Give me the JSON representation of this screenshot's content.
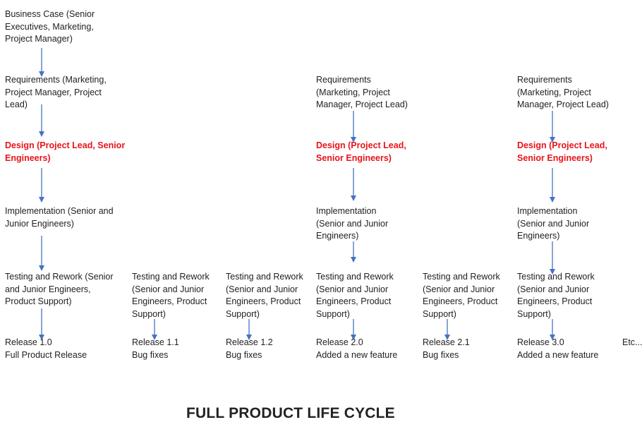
{
  "diagram": {
    "title": "FULL PRODUCT LIFE CYCLE",
    "arrow_color": "#4472c4",
    "design_color": "#e8141a",
    "nodes": {
      "business_case": "Business Case (Senior\nExecutives, Marketing,\nProject Manager)",
      "req_1": "Requirements (Marketing,\nProject Manager, Project\nLead)",
      "req_2": "Requirements\n(Marketing, Project\nManager, Project Lead)",
      "req_3": "Requirements\n(Marketing, Project\nManager, Project Lead)",
      "design_1": "Design (Project Lead, Senior\nEngineers)",
      "design_2": "Design (Project Lead,\nSenior Engineers)",
      "design_3": "Design (Project Lead,\nSenior Engineers)",
      "impl_1": "Implementation (Senior and\nJunior Engineers)",
      "impl_2": "Implementation\n(Senior and Junior\nEngineers)",
      "impl_3": "Implementation\n(Senior and Junior\nEngineers)",
      "test_1": "Testing and Rework (Senior\nand Junior Engineers,\nProduct Support)",
      "test_1_1": "Testing and Rework\n(Senior and Junior\nEngineers, Product\nSupport)",
      "test_1_2": "Testing and Rework\n(Senior and Junior\nEngineers, Product\nSupport)",
      "test_2": "Testing and Rework\n(Senior and Junior\nEngineers, Product\nSupport)",
      "test_2_1": "Testing and Rework\n(Senior and Junior\nEngineers, Product\nSupport)",
      "test_3": "Testing and Rework\n(Senior and Junior\nEngineers, Product\nSupport)",
      "release_1_0": "Release 1.0\nFull Product Release",
      "release_1_1": "Release 1.1\nBug fixes",
      "release_1_2": "Release 1.2\nBug fixes",
      "release_2_0": "Release 2.0\nAdded a new feature",
      "release_2_1": "Release 2.1\nBug fixes",
      "release_3_0": "Release 3.0\nAdded a new feature",
      "etc": "Etc..."
    }
  }
}
